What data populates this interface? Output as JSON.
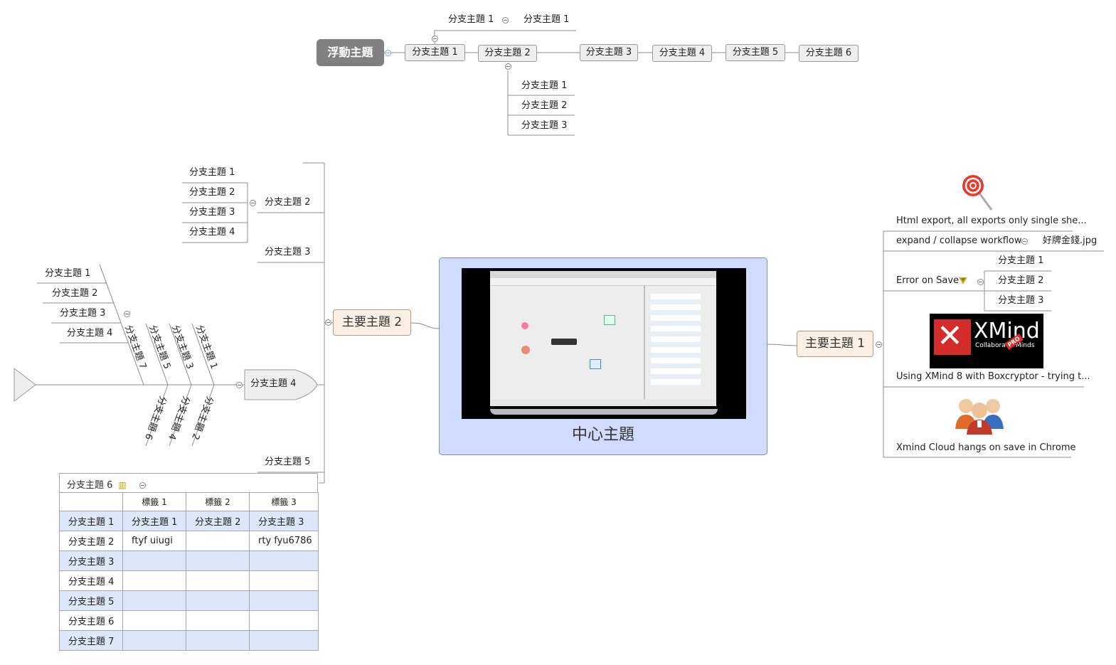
{
  "central_topic": {
    "label": "中心主題"
  },
  "floating": {
    "label": "浮動主題",
    "chain": [
      "分支主題 1",
      "分支主題 2",
      "分支主題 3",
      "分支主題 4",
      "分支主題 5",
      "分支主題 6"
    ],
    "above": [
      "分支主題 1",
      "分支主題 1"
    ],
    "below": [
      "分支主題 1",
      "分支主題 2",
      "分支主題 3"
    ]
  },
  "main1": {
    "label": "主要主題 1",
    "items": {
      "html_export": "Html export, all exports only single she...",
      "expand_collapse": "expand / collapse workflow",
      "attachment": "好牌金錢.jpg",
      "error_on_save": "Error on Save",
      "error_children": [
        "分支主題 1",
        "分支主題 2",
        "分支主題 3"
      ],
      "xmind_boxcryptor": "Using XMind 8 with Boxcryptor - trying t...",
      "xmind_cloud": "Xmind Cloud hangs on save in Chrome"
    },
    "xmind_logo": {
      "text": "XMind",
      "sub": "Collabora     Minds",
      "badge": "PRO"
    }
  },
  "main2": {
    "label": "主要主題 2",
    "sub2": {
      "label": "分支主題 2",
      "children": [
        "分支主題 1",
        "分支主題 2",
        "分支主題 3",
        "分支主題 4"
      ]
    },
    "sub3": {
      "label": "分支主題 3"
    },
    "sub5": {
      "label": "分支主題 5"
    },
    "fishbone": {
      "head": "分支主題 4",
      "left_items": [
        "分支主題 1",
        "分支主題 2",
        "分支主題 3",
        "分支主題 4"
      ],
      "upper_bones": [
        "分支主題 7",
        "分支主題 5",
        "分支主題 3",
        "分支主題 1"
      ],
      "lower_bones": [
        "分支主題 6",
        "分支主題 4",
        "分支主題 2"
      ]
    },
    "matrix": {
      "title": "分支主題 6",
      "headers": [
        "標籤 1",
        "標籤 2",
        "標籤 3"
      ],
      "rows": [
        {
          "label": "分支主題 1",
          "cells": [
            "分支主題 1",
            "分支主題 2",
            "分支主題 3"
          ]
        },
        {
          "label": "分支主題 2",
          "cells": [
            "ftyf uiugi",
            "",
            "rty fyu6786"
          ]
        },
        {
          "label": "分支主題 3",
          "cells": [
            "",
            "",
            ""
          ]
        },
        {
          "label": "分支主題 4",
          "cells": [
            "",
            "",
            ""
          ]
        },
        {
          "label": "分支主題 5",
          "cells": [
            "",
            "",
            ""
          ]
        },
        {
          "label": "分支主題 6",
          "cells": [
            "",
            "",
            ""
          ]
        },
        {
          "label": "分支主題 7",
          "cells": [
            "",
            "",
            ""
          ]
        }
      ]
    }
  },
  "colors": {
    "central_fill": "#cfdcfd",
    "main_fill": "#fcefe3",
    "floating_fill": "#808080",
    "table_alt": "#dde6fb"
  }
}
